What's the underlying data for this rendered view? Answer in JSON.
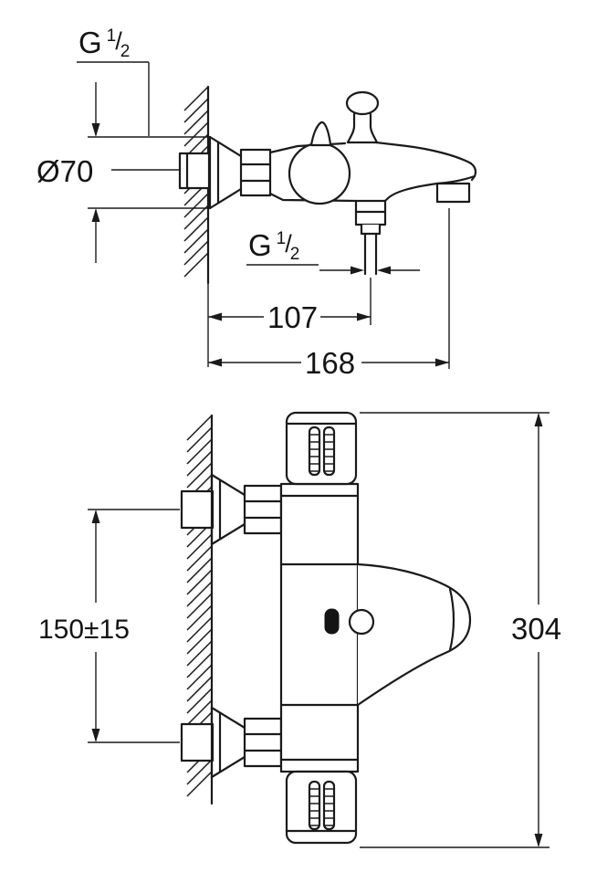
{
  "drawing": {
    "colors": {
      "line": "#1a1a1a",
      "background": "#ffffff",
      "grip_fill": "#141414"
    },
    "top_view": {
      "inlet_thread": {
        "g": "G",
        "num": "1",
        "sep": "/",
        "den": "2"
      },
      "flange_diameter": "Ø70",
      "outlet_thread": {
        "g": "G",
        "num": "1",
        "sep": "/",
        "den": "2"
      },
      "dim_wall_to_shower_outlet": "107",
      "dim_wall_to_spout_outlet": "168"
    },
    "front_view": {
      "dim_inlet_spacing": "150±15",
      "dim_overall_height": "304"
    }
  }
}
